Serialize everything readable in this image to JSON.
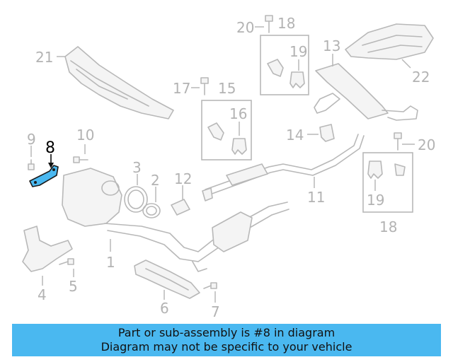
{
  "callouts": {
    "c1": "1",
    "c2": "2",
    "c3": "3",
    "c4": "4",
    "c5": "5",
    "c6": "6",
    "c7": "7",
    "c8": "8",
    "c9": "9",
    "c10": "10",
    "c11": "11",
    "c12": "12",
    "c13": "13",
    "c14": "14",
    "c15": "15",
    "c16": "16",
    "c17": "17",
    "c18a": "18",
    "c18b": "18",
    "c19a": "19",
    "c19b": "19",
    "c20a": "20",
    "c20b": "20",
    "c21": "21",
    "c22": "22"
  },
  "banner": {
    "line1": "Part or sub-assembly is #8 in diagram",
    "line2": "Diagram may not be specific to your vehicle"
  },
  "colors": {
    "highlight": "#4ab8f0",
    "banner_bg": "#4ab8f0",
    "line_art": "#b8b8b8"
  }
}
